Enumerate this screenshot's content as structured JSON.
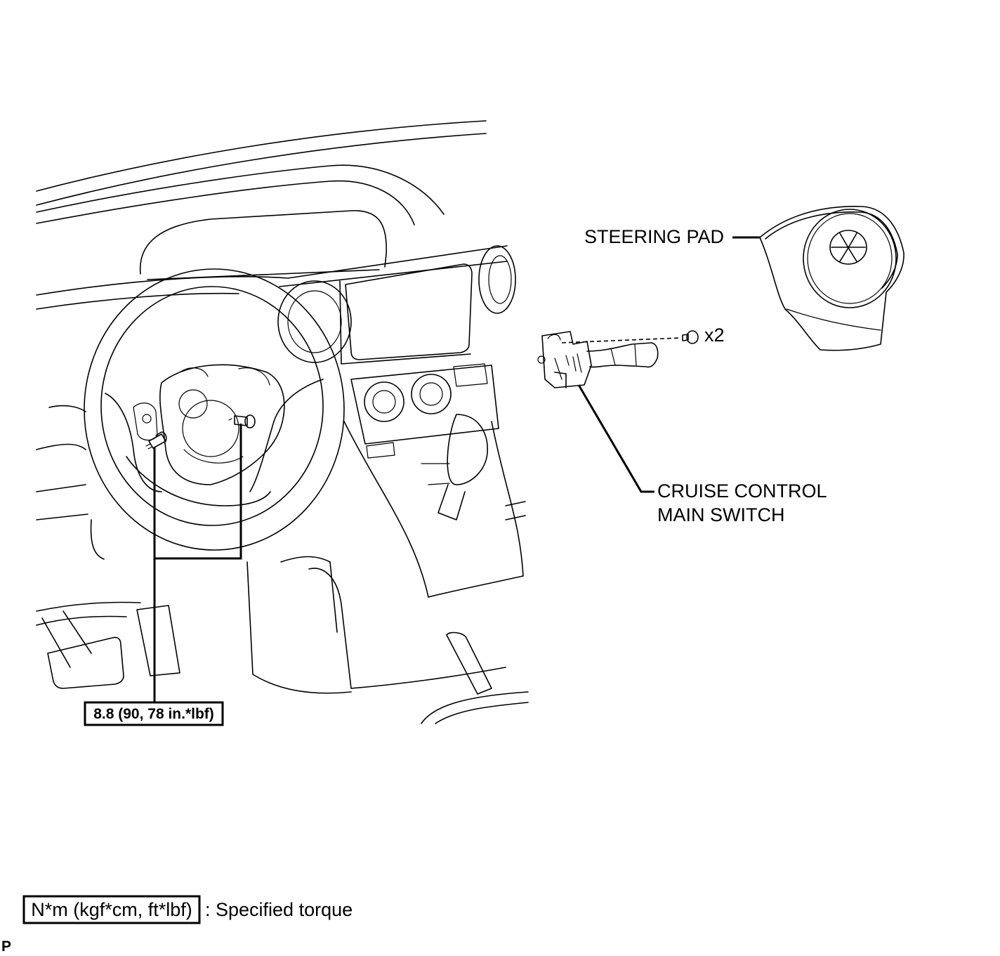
{
  "labels": {
    "steering_pad": "STEERING PAD",
    "cruise_line1": "CRUISE CONTROL",
    "cruise_line2": "MAIN SWITCH",
    "screw_qty": "x2"
  },
  "torque_callout": "8.8 (90, 78 in.*lbf)",
  "legend": {
    "box_text": "N*m (kgf*cm, ft*lbf)",
    "description": ": Specified torque"
  },
  "corner_mark": "P"
}
